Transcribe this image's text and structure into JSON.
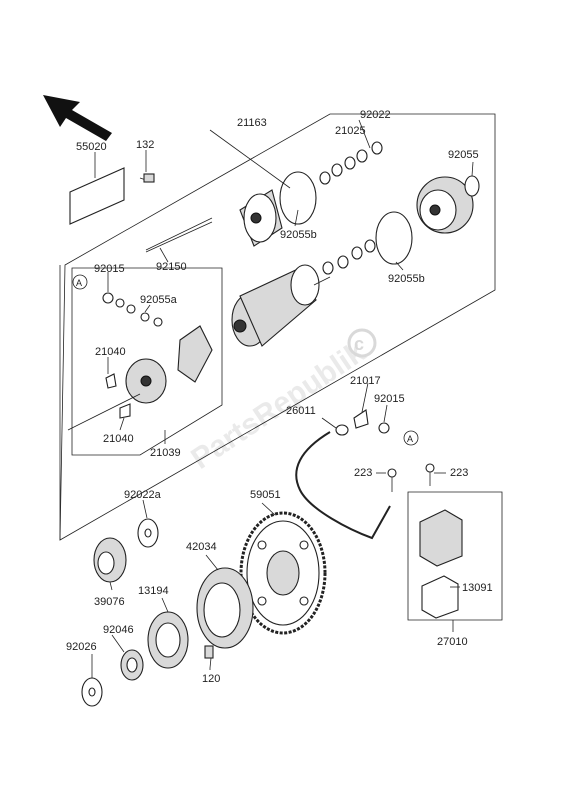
{
  "labels": {
    "l55020": "55020",
    "l132": "132",
    "l21163": "21163",
    "l21025": "21025",
    "l92022": "92022",
    "l92055": "92055",
    "l92055b_1": "92055b",
    "l92055b_2": "92055b",
    "l92150": "92150",
    "l92015_1": "92015",
    "l92055a": "92055a",
    "l21040_1": "21040",
    "l21040_2": "21040",
    "l21039": "21039",
    "l21017": "21017",
    "l26011": "26011",
    "l92015_2": "92015",
    "l223_1": "223",
    "l223_2": "223",
    "l92022a": "92022a",
    "l59051": "59051",
    "l42034": "42034",
    "l39076": "39076",
    "l13194": "13194",
    "l13091": "13091",
    "l92046": "92046",
    "l92026": "92026",
    "l120": "120",
    "l27010": "27010",
    "refA_1": "A",
    "refA_2": "A"
  },
  "watermark": "PartsRepublik",
  "icons": [
    "direction-arrow-icon",
    "copyright-icon"
  ]
}
